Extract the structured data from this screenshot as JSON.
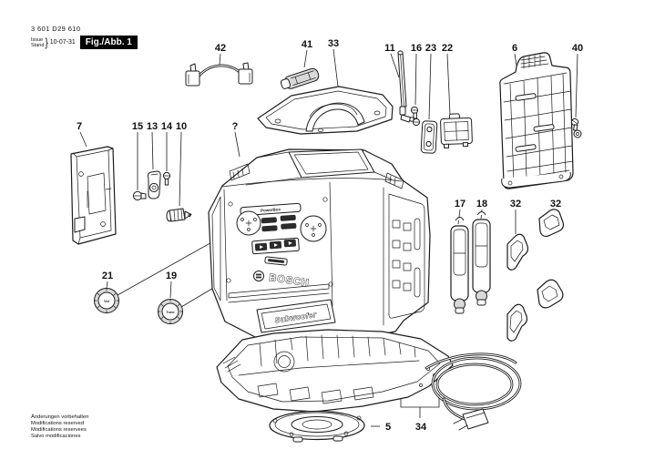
{
  "header": {
    "part_number": "3 601 D29 610",
    "issue_label": "Issue",
    "stand_label": "Stand",
    "brace": "}",
    "date": "10-07-31",
    "figure_label": "Fig./Abb. 1"
  },
  "footer": {
    "lines": [
      "Änderungen vorbehalten",
      "Modifications reserved",
      "Modifications reservees",
      "Salvo modificaciones"
    ]
  },
  "device": {
    "brand": "BOSCH",
    "model_label": "PowerBox",
    "subwoofer_label": "Subwoofer",
    "knob_vol_label": "Vol",
    "knob_tune_label": "Tune"
  },
  "callouts": {
    "c42": "42",
    "c41": "41",
    "c33": "33",
    "c11": "11",
    "c16": "16",
    "c23": "23",
    "c22": "22",
    "c6": "6",
    "c40": "40",
    "c7": "7",
    "c15": "15",
    "c13": "13",
    "c14": "14",
    "c10": "10",
    "cq": "?",
    "c17": "17",
    "c18": "18",
    "c32a": "32",
    "c32b": "32",
    "c21": "21",
    "c19": "19",
    "c5": "5",
    "c34": "34"
  },
  "colors": {
    "ink": "#1c1c1c",
    "figure_box_bg": "#000000",
    "figure_box_text": "#ffffff"
  }
}
